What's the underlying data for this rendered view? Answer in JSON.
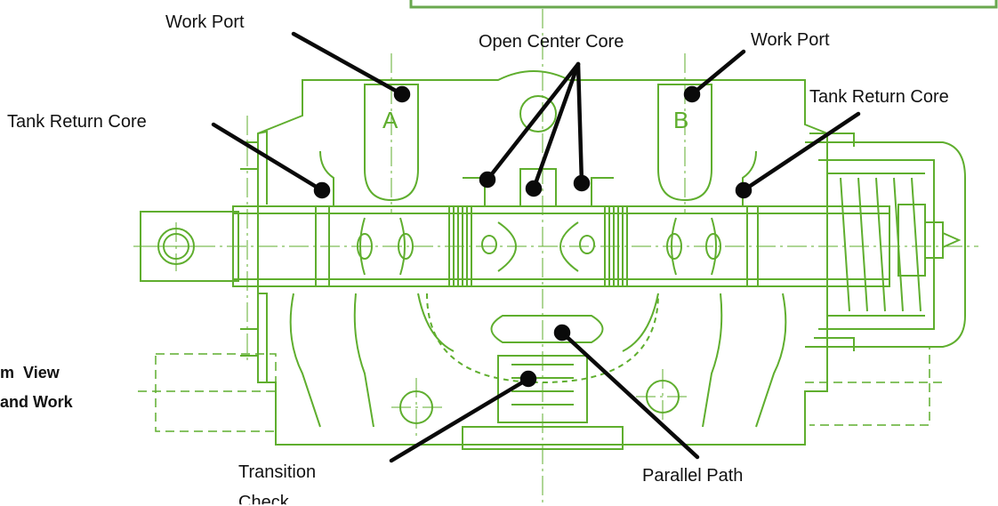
{
  "callouts": {
    "work_port_left": "Work Port",
    "open_center_core": "Open Center Core",
    "work_port_right": "Work Port",
    "tank_return_core_left": "Tank Return Core",
    "tank_return_core_right": "Tank Return Core",
    "transition_check_line1": "Transition",
    "transition_check_line2": "Check",
    "parallel_path": "Parallel Path"
  },
  "port_marks": {
    "port_a": "A",
    "port_b": "B"
  },
  "side_caption": {
    "line1": "m  View",
    "line2": "and Work"
  },
  "colors": {
    "drawing": "#5fae2e",
    "leader": "#0a0a0a",
    "frame": "#6aa84f",
    "text": "#111111"
  }
}
